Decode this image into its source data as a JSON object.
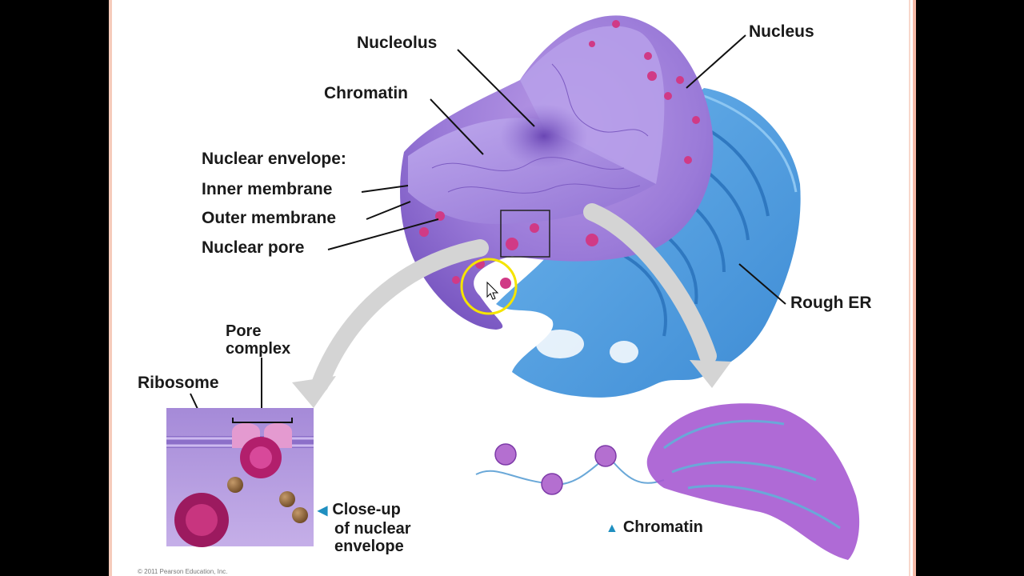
{
  "labels": {
    "nucleolus": "Nucleolus",
    "nucleus": "Nucleus",
    "chromatin": "Chromatin",
    "nuclear_envelope": "Nuclear envelope:",
    "inner_membrane": "Inner membrane",
    "outer_membrane": "Outer membrane",
    "nuclear_pore": "Nuclear pore",
    "rough_er": "Rough ER",
    "pore_complex_line1": "Pore",
    "pore_complex_line2": "complex",
    "ribosome": "Ribosome",
    "closeup_line1": "Close-up",
    "closeup_line2": "of nuclear",
    "closeup_line3": "envelope",
    "chromatin_detail": "Chromatin"
  },
  "copyright": "© 2011 Pearson Education, Inc.",
  "colors": {
    "nucleus_purple": "#9a7ad8",
    "er_blue": "#4f9fe0",
    "pore_magenta": "#c0307a",
    "accent_triangle": "#1f8fc0",
    "cursor_ring": "#f5e400",
    "border_salmon": "#f4b9a6"
  }
}
